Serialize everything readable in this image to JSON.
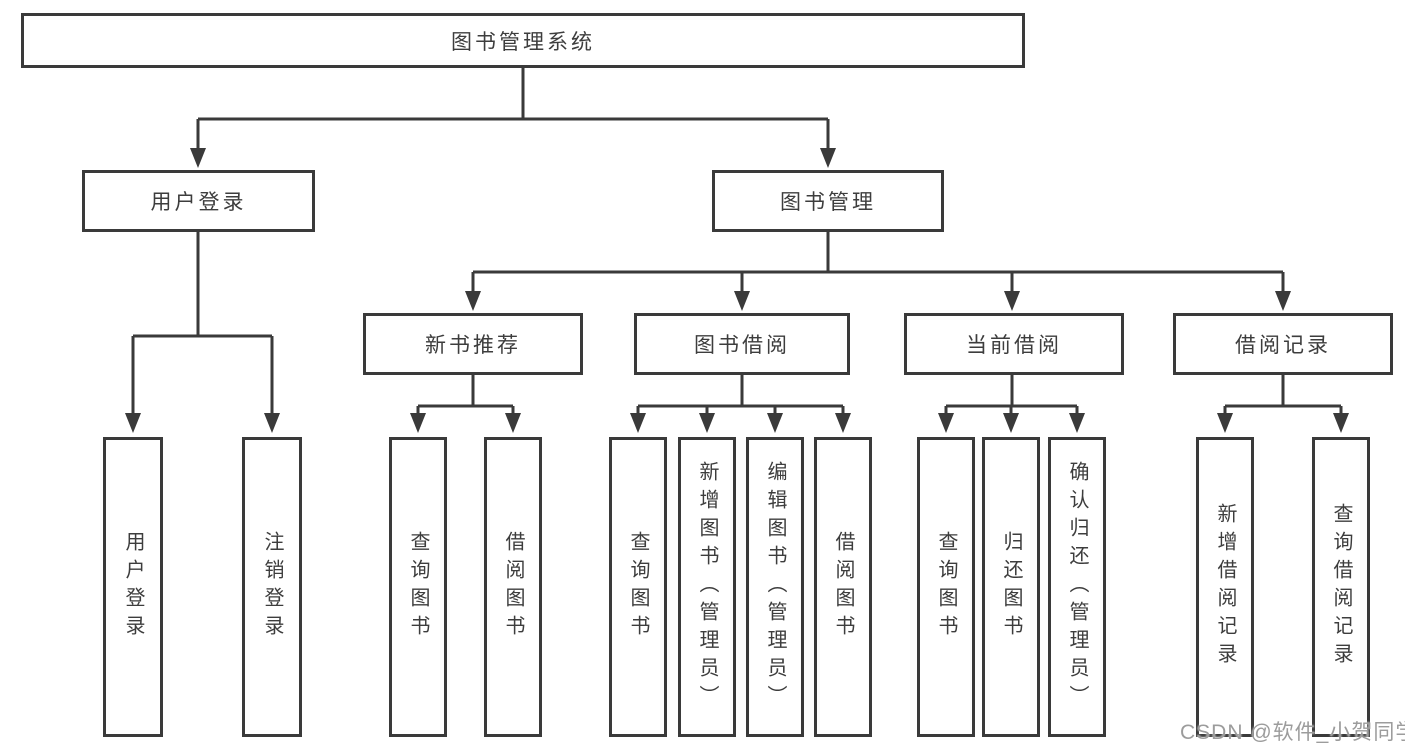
{
  "diagram": {
    "type": "hierarchy",
    "root": "图书管理系统",
    "level2": [
      {
        "label": "用户登录"
      },
      {
        "label": "图书管理"
      }
    ],
    "level3": [
      {
        "label": "新书推荐"
      },
      {
        "label": "图书借阅"
      },
      {
        "label": "当前借阅"
      },
      {
        "label": "借阅记录"
      }
    ],
    "leaves": {
      "user": [
        "用户登录",
        "注销登录"
      ],
      "recommend": [
        "查询图书",
        "借阅图书"
      ],
      "borrow": [
        "查询图书",
        "新增图书（管理员）",
        "编辑图书（管理员）",
        "借阅图书"
      ],
      "current": [
        "查询图书",
        "归还图书",
        "确认归还（管理员）"
      ],
      "records": [
        "新增借阅记录",
        "查询借阅记录"
      ]
    }
  },
  "watermark": "CSDN @软件_小贺同学",
  "colors": {
    "line": "#3a3a3a",
    "text": "#3d3d3d",
    "box_background": "#ffffff",
    "page_background": "#ffffff",
    "watermark": "#9c9c9c"
  }
}
